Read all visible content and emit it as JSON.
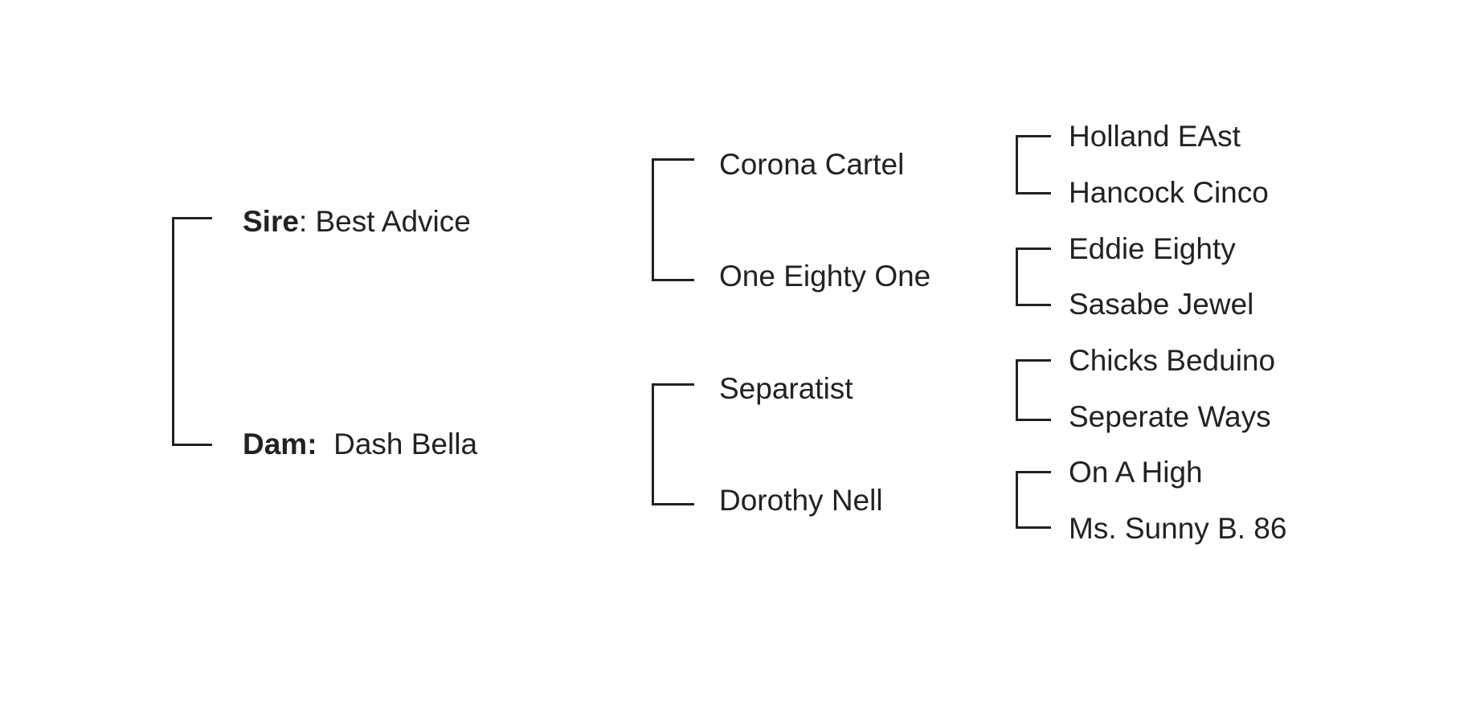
{
  "sire": {
    "label": "Sire",
    "separator": ": ",
    "name": "Best Advice"
  },
  "dam": {
    "label": "Dam:",
    "separator": "  ",
    "name": "Dash Bella"
  },
  "generation2": {
    "sire_sire": "Corona Cartel",
    "sire_dam": "One Eighty One",
    "dam_sire": "Separatist",
    "dam_dam": "Dorothy Nell"
  },
  "generation3": {
    "sire_sire_sire": "Holland EAst",
    "sire_sire_dam": "Hancock Cinco",
    "sire_dam_sire": "Eddie Eighty",
    "sire_dam_dam": "Sasabe Jewel",
    "dam_sire_sire": "Chicks Beduino",
    "dam_sire_dam": "Seperate Ways",
    "dam_dam_sire": "On A High",
    "dam_dam_dam": "Ms. Sunny B. 86"
  },
  "colors": {
    "text": "#222222",
    "line": "#222222",
    "background": "#ffffff"
  }
}
